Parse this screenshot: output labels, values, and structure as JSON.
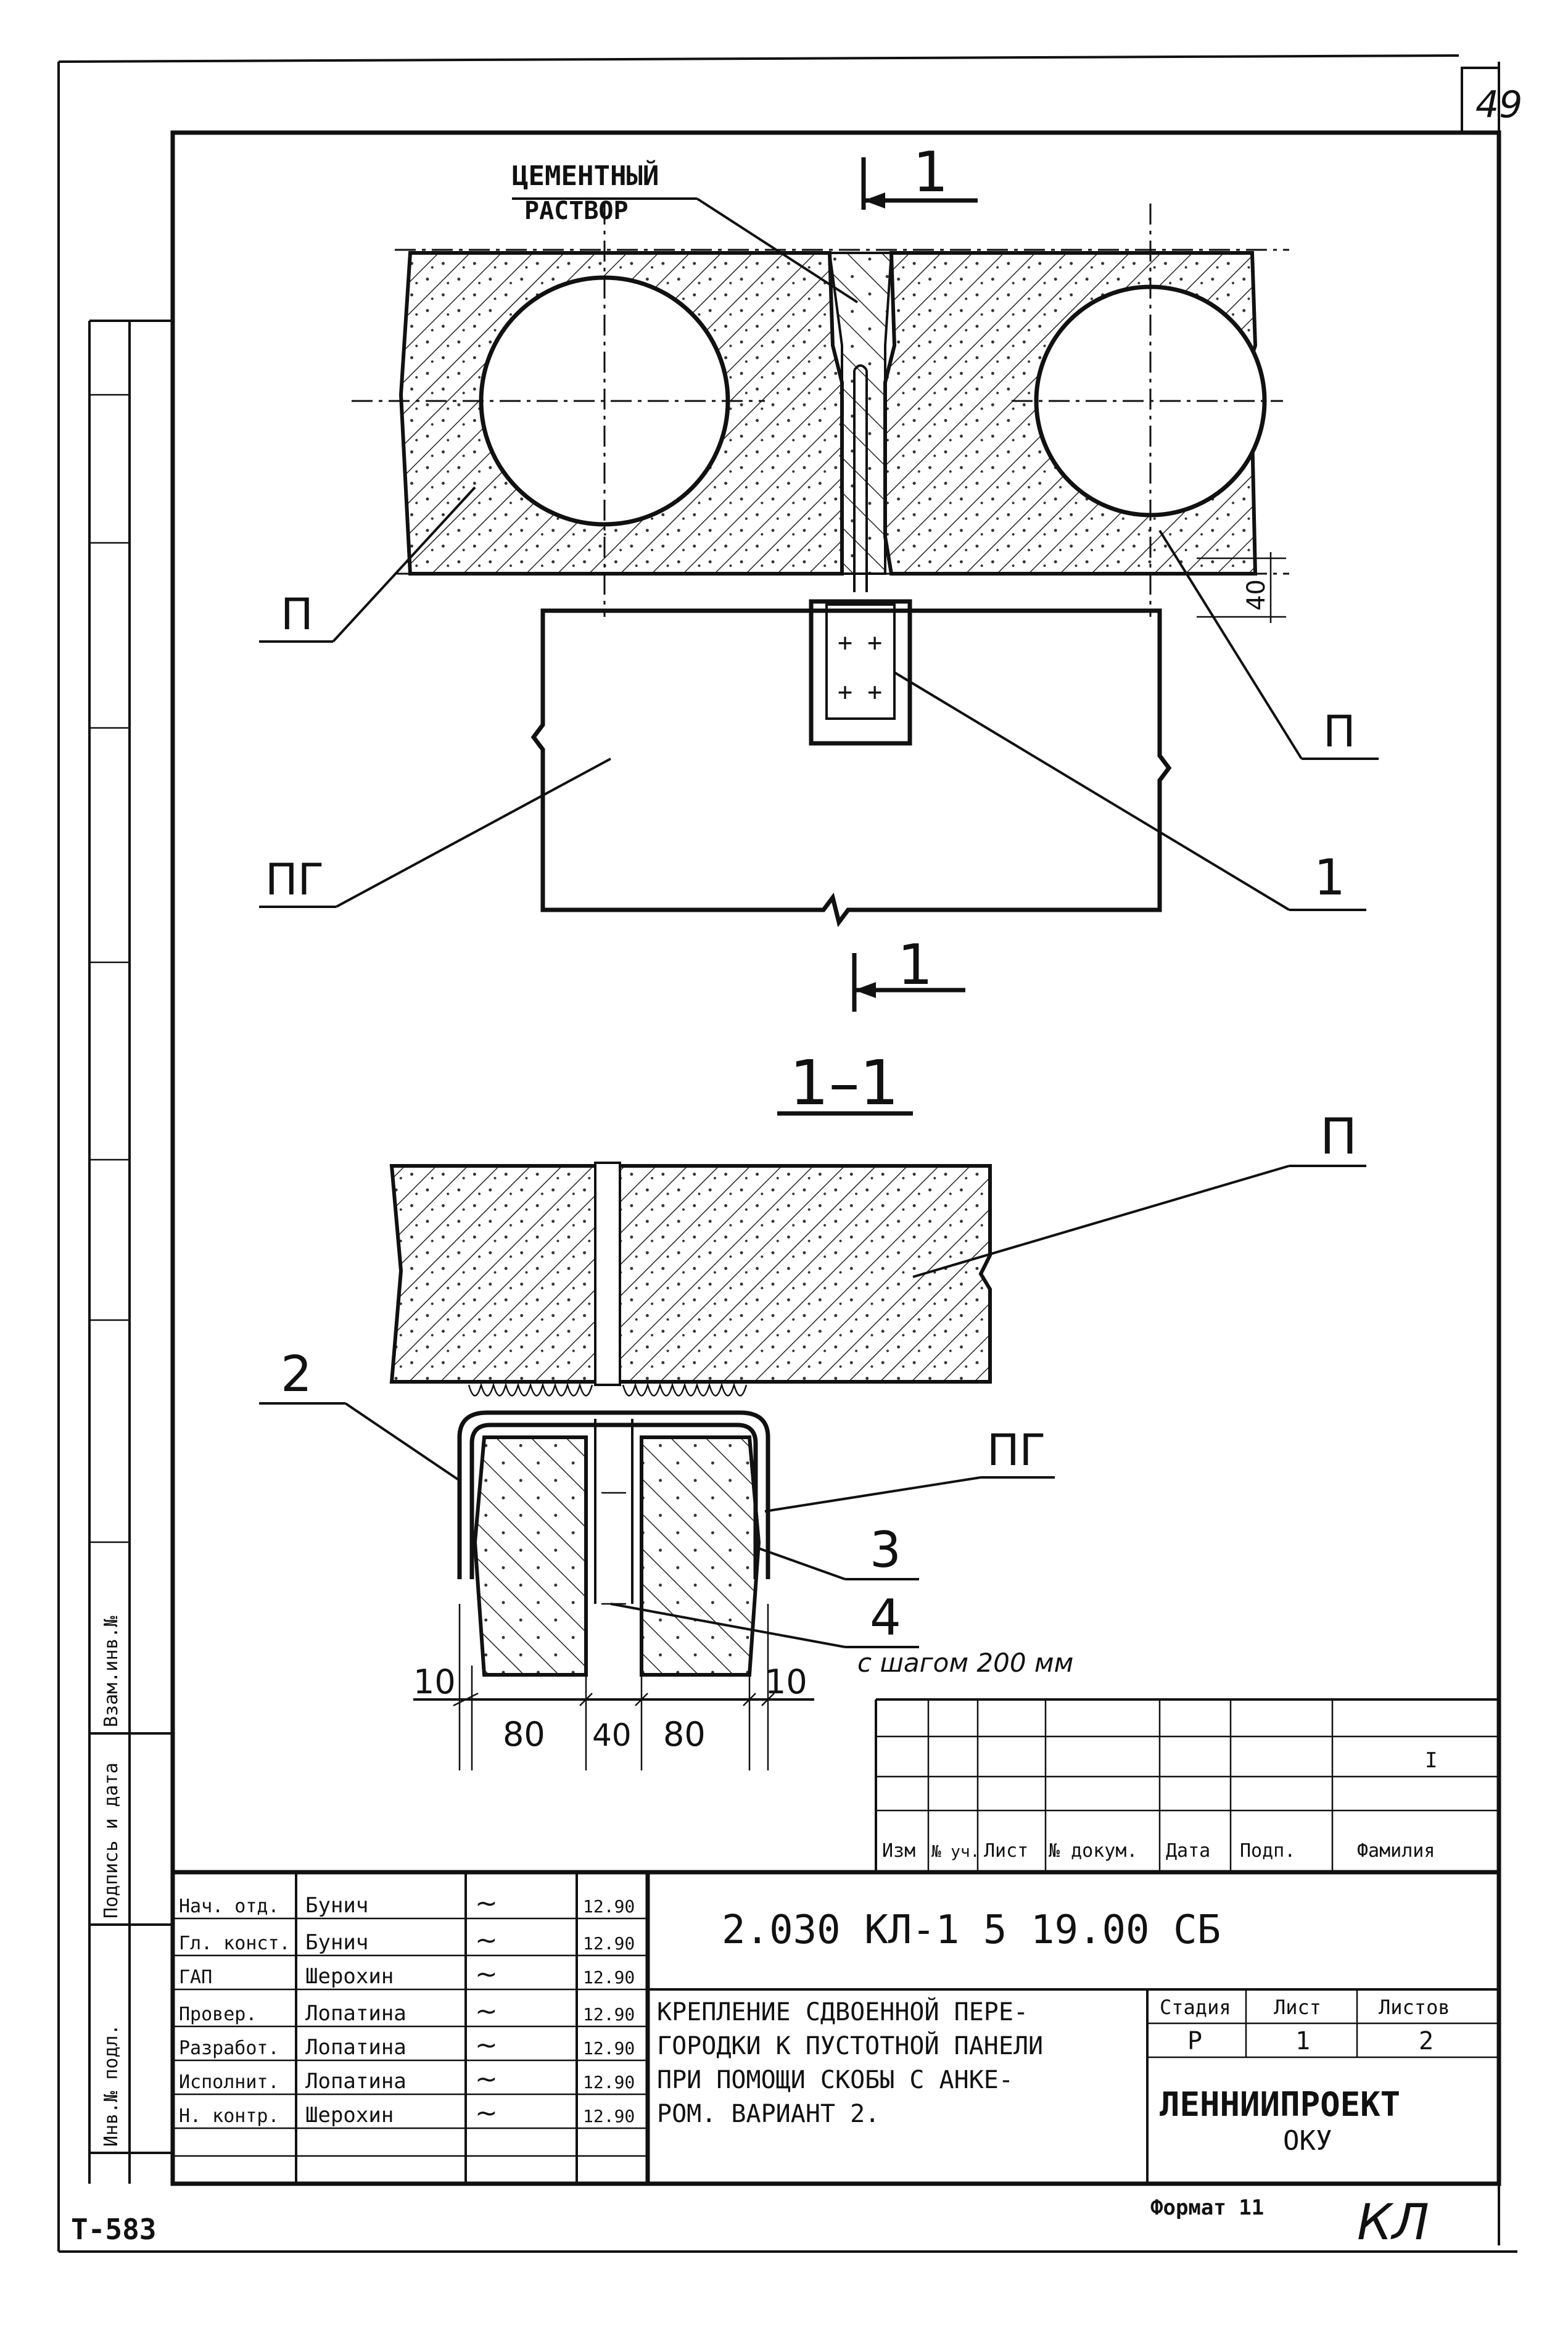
{
  "sheet_number": "49",
  "plan_view": {
    "section_mark_label": "1",
    "label_mortar_line1": "ЦЕМЕНТНЫЙ",
    "label_mortar_line2": "РАСТВОР",
    "label_panel_left": "П",
    "label_panel_right": "П",
    "label_girder": "ПГ",
    "label_item_1": "1",
    "label_gap": "40"
  },
  "section_view": {
    "title": "1–1",
    "label_panel": "П",
    "label_girder": "ПГ",
    "label_item_2": "2",
    "label_item_3": "3",
    "label_item_4": "4",
    "label_step": "с шагом 200 мм",
    "dim_left_offset": "10",
    "dim_left_width": "80",
    "dim_middle": "40",
    "dim_right_width": "80",
    "dim_right_offset": "10"
  },
  "side_stamp": {
    "label_inv_replace": "Взам.инв.№",
    "label_sign_date": "Подпись и дата",
    "label_inv_orig": "Инв.№ подл."
  },
  "revision_table": {
    "headers": [
      "Изм",
      "№ уч.",
      "Лист",
      "№ докум.",
      "Дата",
      "Подп.",
      "Фамилия"
    ],
    "entry_mark": "I"
  },
  "title_block": {
    "document_code": "2.030 КЛ-1   5     19.00 СБ",
    "title_text": "Крепление сдвоенной перегородки к пустотной панели при помощи скобы с анкером. Вариант 2.",
    "title_line1": "КРЕПЛЕНИЕ СДВОЕННОЙ ПЕРЕ-",
    "title_line2": "ГОРОДКИ К ПУСТОТНОЙ ПАНЕЛИ",
    "title_line3": "ПРИ ПОМОЩИ СКОБЫ С АНКЕ-",
    "title_line4": "РОМ. ВАРИАНТ 2.",
    "stage_label": "Стадия",
    "stage_value": "Р",
    "sheet_label": "Лист",
    "sheet_value": "1",
    "sheets_label": "Листов",
    "sheets_value": "2",
    "organization_line1": "ЛЕННИИПРОЕКТ",
    "organization_line2": "ОКУ",
    "staff": [
      {
        "role": "Нач. отд.",
        "name": "Бунич",
        "date": "12.90"
      },
      {
        "role": "Гл. конст.",
        "name": "Бунич",
        "date": "12.90"
      },
      {
        "role": "ГАП",
        "name": "Шерохин",
        "date": "12.90"
      },
      {
        "role": "Провер.",
        "name": "Лопатина",
        "date": "12.90"
      },
      {
        "role": "Разработ.",
        "name": "Лопатина",
        "date": "12.90"
      },
      {
        "role": "Исполнит.",
        "name": "Лопатина",
        "date": "12.90"
      },
      {
        "role": "Н. контр.",
        "name": "Шерохин",
        "date": "12.90"
      }
    ]
  },
  "footer": {
    "archive_code": "Т-583",
    "format": "Формат 11",
    "handwritten_mark": "КЛ"
  }
}
